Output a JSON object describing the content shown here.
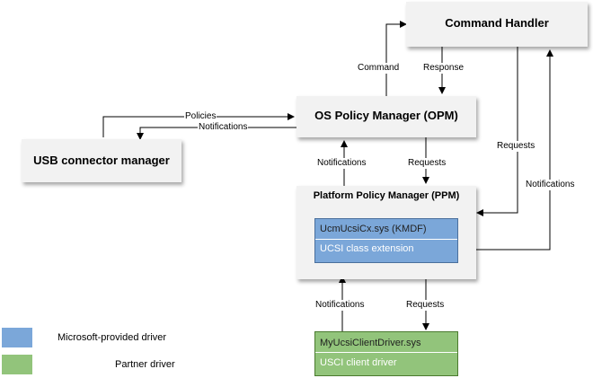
{
  "nodes": {
    "command_handler": "Command Handler",
    "opm": "OS Policy Manager (OPM)",
    "usb_connector_manager": "USB connector manager",
    "ppm": "Platform Policy Manager (PPM)",
    "ucsicx_name": "UcmUcsiCx.sys (KMDF)",
    "ucsicx_desc": "UCSI class extension",
    "client_name": "MyUcsiClientDriver.sys",
    "client_desc": "USCI client driver"
  },
  "edges": {
    "command": "Command",
    "response": "Response",
    "policies": "Policies",
    "notifications_to_usb": "Notifications",
    "notifications_ppm_to_opm": "Notifications",
    "requests_opm_to_ppm": "Requests",
    "requests_ch_to_ppm": "Requests",
    "notifications_ppm_to_ch": "Notifications",
    "notifications_client_to_ppm": "Notifications",
    "requests_ppm_to_client": "Requests"
  },
  "legend": {
    "microsoft": "Microsoft-provided driver",
    "partner": "Partner driver"
  },
  "colors": {
    "microsoft_driver": "#7ba7d9",
    "partner_driver": "#92c47b",
    "box_fill": "#f2f2f2"
  }
}
